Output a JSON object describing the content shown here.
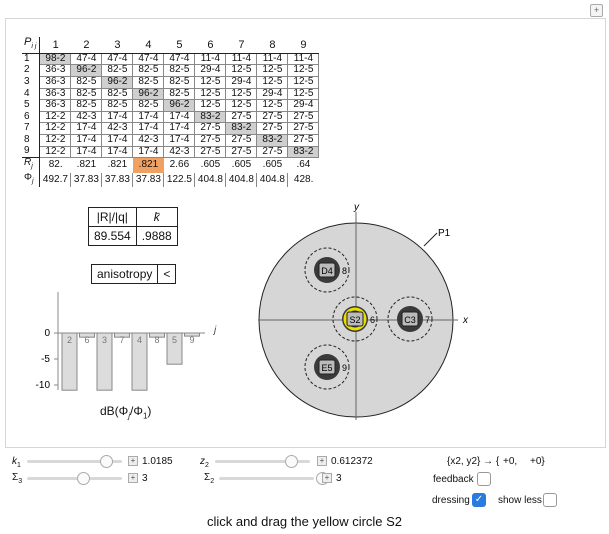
{
  "matrix": {
    "header_label": "P",
    "header_sub": "i j",
    "col_headers": [
      "1",
      "2",
      "3",
      "4",
      "5",
      "6",
      "7",
      "8",
      "9"
    ],
    "rows": [
      {
        "label": "1",
        "cells": [
          "98-2",
          "47-4",
          "47-4",
          "47-4",
          "47-4",
          "11-4",
          "11-4",
          "11-4",
          "11-4"
        ]
      },
      {
        "label": "2",
        "cells": [
          "36-3",
          "96-2",
          "82-5",
          "82-5",
          "82-5",
          "29-4",
          "12-5",
          "12-5",
          "12-5"
        ]
      },
      {
        "label": "3",
        "cells": [
          "36-3",
          "82-5",
          "96-2",
          "82-5",
          "82-5",
          "12-5",
          "29-4",
          "12-5",
          "12-5"
        ]
      },
      {
        "label": "4",
        "cells": [
          "36-3",
          "82-5",
          "82-5",
          "96-2",
          "82-5",
          "12-5",
          "12-5",
          "29-4",
          "12-5"
        ]
      },
      {
        "label": "5",
        "cells": [
          "36-3",
          "82-5",
          "82-5",
          "82-5",
          "96-2",
          "12-5",
          "12-5",
          "12-5",
          "29-4"
        ]
      },
      {
        "label": "6",
        "cells": [
          "12-2",
          "42-3",
          "17-4",
          "17-4",
          "17-4",
          "83-2",
          "27-5",
          "27-5",
          "27-5"
        ]
      },
      {
        "label": "7",
        "cells": [
          "12-2",
          "17-4",
          "42-3",
          "17-4",
          "17-4",
          "27-5",
          "83-2",
          "27-5",
          "27-5"
        ]
      },
      {
        "label": "8",
        "cells": [
          "12-2",
          "17-4",
          "17-4",
          "42-3",
          "17-4",
          "27-5",
          "27-5",
          "83-2",
          "27-5"
        ]
      },
      {
        "label": "9",
        "cells": [
          "12-2",
          "17-4",
          "17-4",
          "17-4",
          "42-3",
          "27-5",
          "27-5",
          "27-5",
          "83-2"
        ]
      }
    ],
    "r_label": "R",
    "r_sub": "j",
    "r_values": [
      "82.",
      ".821",
      ".821",
      ".821",
      "2.66",
      ".605",
      ".605",
      ".605",
      ".64"
    ],
    "phi_label": "Φ",
    "phi_sub": "j",
    "phi_values": [
      "492.7",
      "37.83",
      "37.83",
      "37.83",
      "122.5",
      "404.8",
      "404.8",
      "404.8",
      "428."
    ]
  },
  "kq_table": {
    "h1": "|R|/|q|",
    "h2": "k̄",
    "v1": "89.554",
    "v2": ".9888"
  },
  "anisotropy": {
    "label": "anisotropy",
    "button": "<"
  },
  "bar_chart": {
    "ylabel_ticks": [
      "0",
      "-5",
      "-10"
    ],
    "j_label": "j",
    "bars": [
      {
        "label": "2",
        "value": -11
      },
      {
        "label": "6",
        "value": -0.8
      },
      {
        "label": "3",
        "value": -11
      },
      {
        "label": "7",
        "value": -0.8
      },
      {
        "label": "4",
        "value": -11
      },
      {
        "label": "8",
        "value": -0.8
      },
      {
        "label": "5",
        "value": -6
      },
      {
        "label": "9",
        "value": -0.6
      }
    ],
    "caption": "dB(Φj/Φ1)"
  },
  "diagram": {
    "x_label": "x",
    "y_label": "y",
    "p1_label": "P1",
    "nodes": [
      {
        "name": "D4",
        "num": "8"
      },
      {
        "name": "S2",
        "num": "6"
      },
      {
        "name": "C3",
        "num": "7"
      },
      {
        "name": "E5",
        "num": "9"
      }
    ]
  },
  "controls": {
    "k1_label": "k",
    "k1_sub": "1",
    "k1_value": "1.0185",
    "sigma3_label": "Σ",
    "sigma3_sub": "3",
    "sigma3_value": "3",
    "z2_label": "z",
    "z2_sub": "2",
    "z2_value": "0.612372",
    "sigma2_label": "Σ",
    "sigma2_sub": "2",
    "sigma2_value": "3",
    "coords_label": "{x2, y2} → {",
    "coords_x": "+0,",
    "coords_y": "+0}",
    "feedback_label": "feedback",
    "dressing_label": "dressing",
    "show_less_label": "show less"
  },
  "caption": "click and drag the yellow circle S2"
}
